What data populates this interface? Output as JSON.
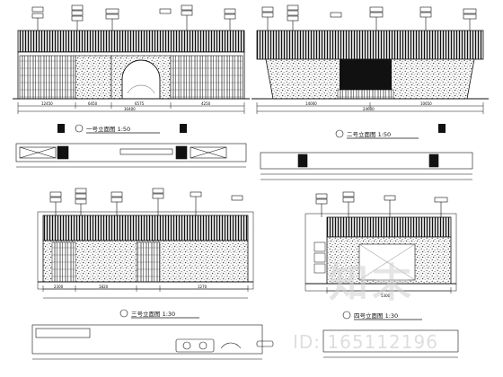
{
  "sheet": {
    "watermark_mark": "知末",
    "watermark_id": "ID: 165112196",
    "color_line": "#111111",
    "color_hatch": "#222222",
    "color_stone": "#9a9a9a"
  },
  "views": [
    {
      "id": "v1",
      "caption": "一号立面图 1:50"
    },
    {
      "id": "v2",
      "caption": "二号立面图 1:50"
    },
    {
      "id": "v3",
      "caption": "三号立面图 1:30"
    },
    {
      "id": "v4",
      "caption": "四号立面图 1:30"
    }
  ],
  "dimensions": {
    "v1_top": [
      "12450",
      "6450",
      "6575",
      "4250"
    ],
    "v1_bottom": [
      "30400"
    ],
    "v2_top": [
      "14000",
      "10650"
    ],
    "v2_bottom": [
      "24600"
    ],
    "v3_bottom": [
      "2300",
      "1820",
      "1270"
    ],
    "v4_bottom": [
      "5300"
    ]
  }
}
